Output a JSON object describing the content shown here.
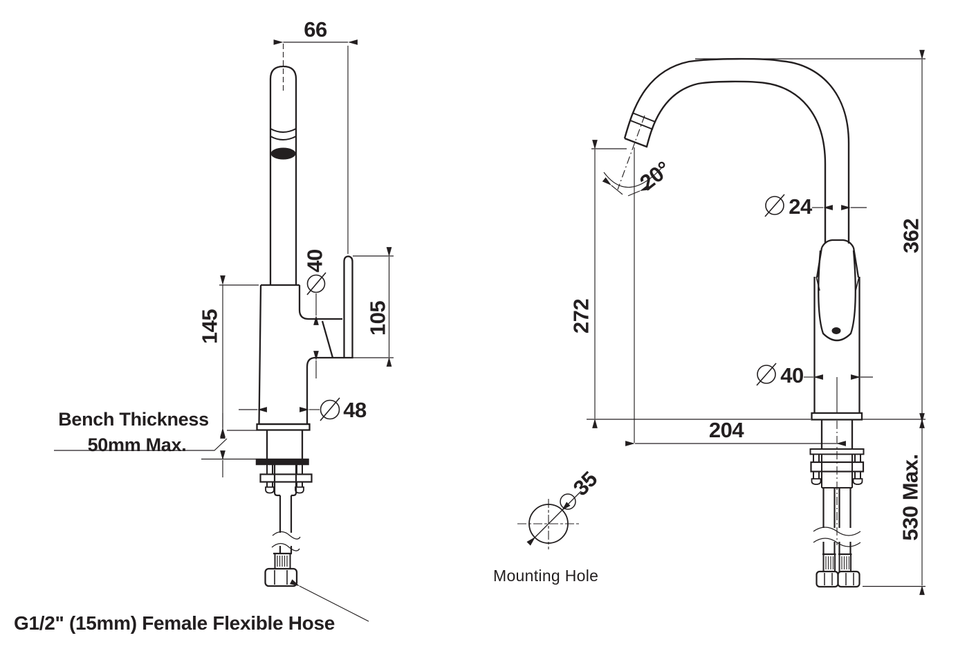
{
  "title": "Kitchen mixer tap installation drawing",
  "colors": {
    "line": "#231f20",
    "background": "#ffffff"
  },
  "symbols": {
    "diameter": "slashed-circle",
    "centerline": "dash-dot-line",
    "angle": "double-arrow-arc"
  },
  "side_view": {
    "dim_handle_offset": "66",
    "dim_body_height": "145",
    "dim_handle_joint_diameter": "40",
    "dim_handle_length": "105",
    "dim_body_base_diameter": "48",
    "bench_note": {
      "line1": "Bench Thickness",
      "line2": "50mm Max."
    },
    "hose_label": "G1/2\" (15mm) Female Flexible Hose"
  },
  "front_view": {
    "dim_spout_clearance": "272",
    "dim_spout_angle": "20°",
    "dim_spout_tube_diameter": "24",
    "dim_overall_height": "362",
    "dim_spout_reach": "204",
    "dim_body_diameter": "40",
    "dim_hose_reach": "530 Max."
  },
  "mounting_hole": {
    "dim_hole_diameter": "35",
    "caption": "Mounting Hole"
  }
}
